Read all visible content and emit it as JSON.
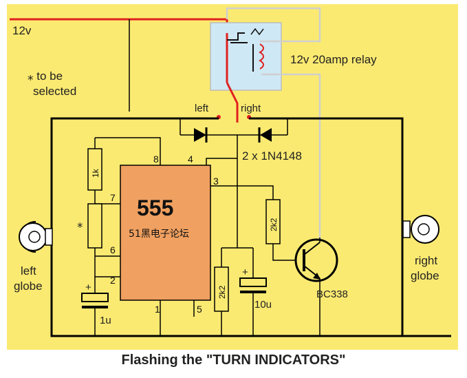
{
  "diagram": {
    "supply_label": "12v",
    "selected_note_line1": "⁎ to be",
    "selected_note_line2": "selected",
    "relay_label": "12v 20amp relay",
    "left_contact": "left",
    "right_contact": "right",
    "diodes_label": "2 x 1N4148",
    "ic_name": "555",
    "ic_watermark": "51黑电子论坛",
    "pins": {
      "p8": "8",
      "p4": "4",
      "p3": "3",
      "p7": "7",
      "p6": "6",
      "p2": "2",
      "p1": "1",
      "p5": "5"
    },
    "r1_label": "1k",
    "rx_label": "⁎",
    "r_base_label": "2k2",
    "r_bottom_label": "2k2",
    "c1_label": "1u",
    "c2_label": "10u",
    "plus_sign": "+",
    "transistor_label": "BC338",
    "left_globe_line1": "left",
    "left_globe_line2": "globe",
    "right_globe_line1": "right",
    "right_globe_line2": "globe",
    "caption": "Flashing the \"TURN INDICATORS\"",
    "colors": {
      "background": "#fbea71",
      "wire": "#000000",
      "supply_wire": "#e02020",
      "ic_body": "#f0a060",
      "relay_box": "#cfe8f5",
      "relay_wire": "#cfcfcf"
    }
  }
}
